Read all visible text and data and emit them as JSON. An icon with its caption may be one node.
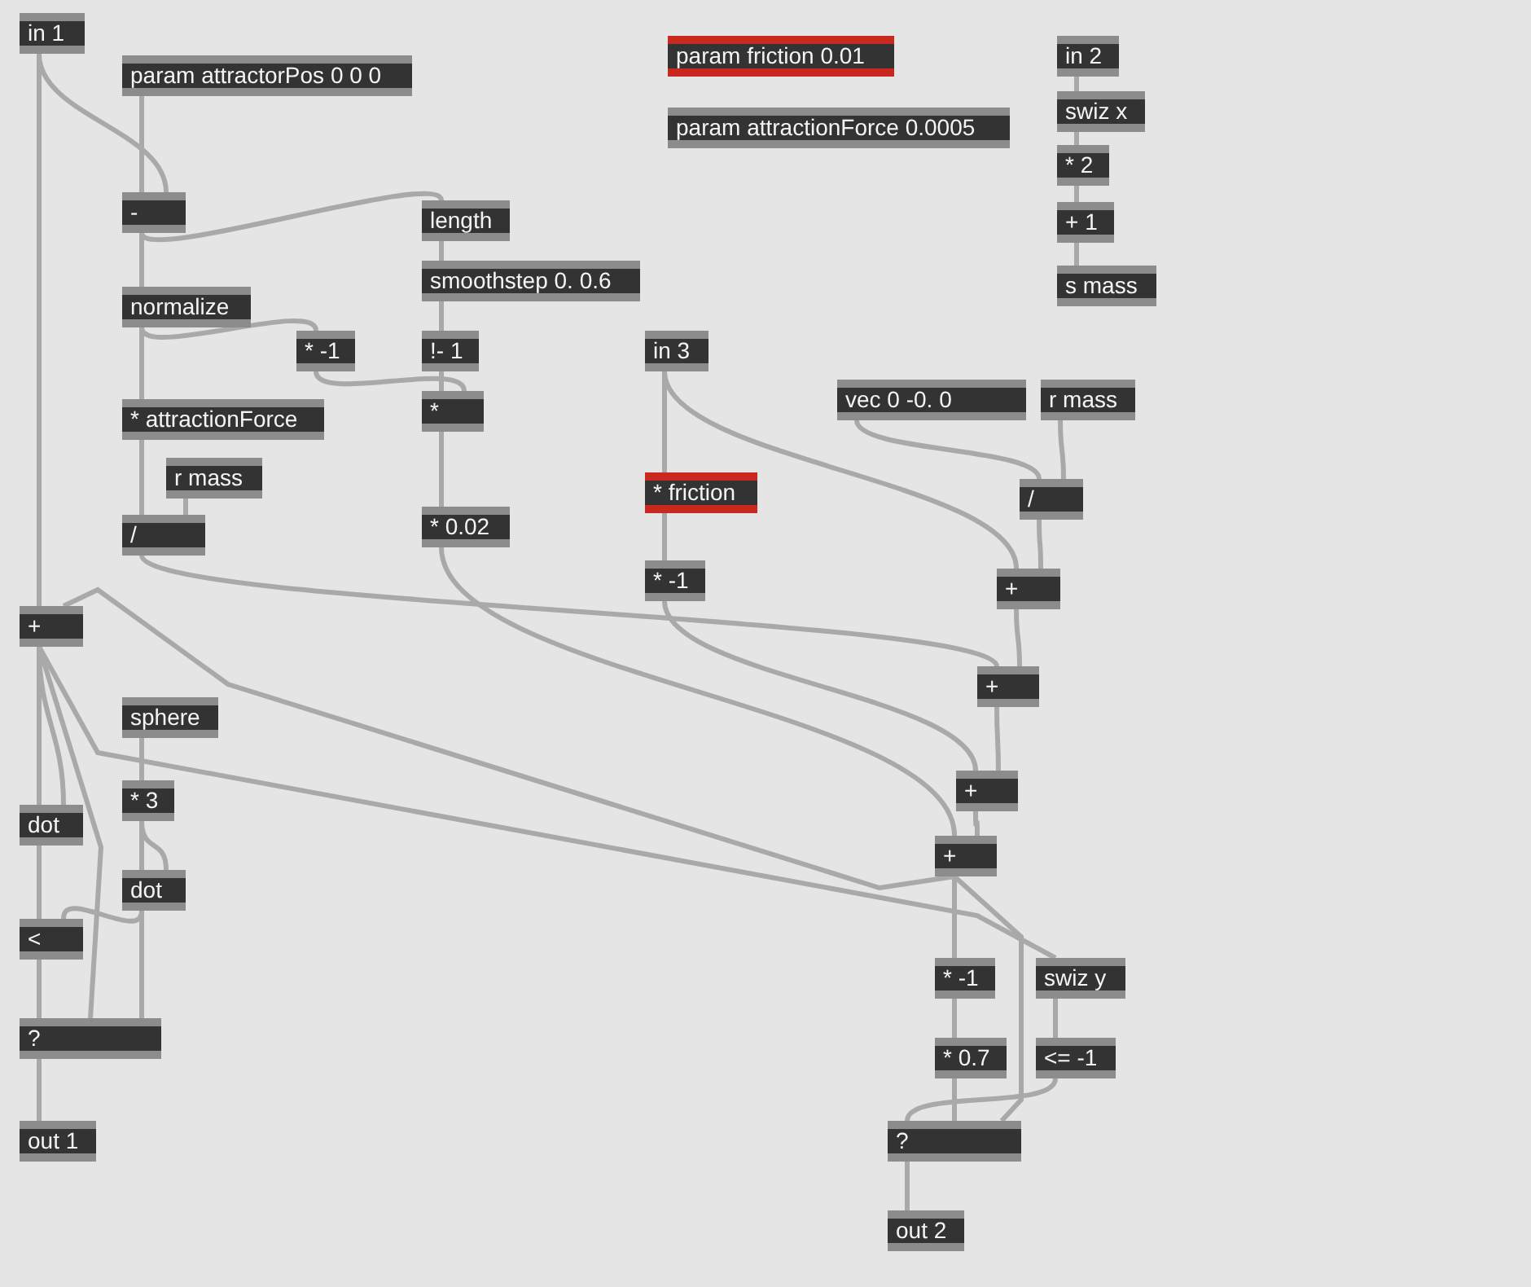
{
  "diagram": {
    "nodes": [
      {
        "text": [
          "in 1"
        ]
      },
      {
        "text": [
          "param attractorPos 0 0 0"
        ]
      },
      {
        "text": [
          "param friction 0.01"
        ]
      },
      {
        "text": [
          "param attractionForce 0.0005"
        ]
      },
      {
        "text": [
          "in 2"
        ]
      },
      {
        "text": [
          "swiz x"
        ]
      },
      {
        "text": [
          "* 2"
        ]
      },
      {
        "text": [
          "+ 1"
        ]
      },
      {
        "text": [
          "s mass"
        ]
      },
      {
        "text": [
          "-"
        ]
      },
      {
        "text": [
          "length"
        ]
      },
      {
        "text": [
          "smoothstep 0. 0.6"
        ]
      },
      {
        "text": [
          "normalize"
        ]
      },
      {
        "text": [
          "* -1"
        ]
      },
      {
        "text": [
          "!- 1"
        ]
      },
      {
        "text": [
          "*"
        ]
      },
      {
        "text": [
          "in 3"
        ]
      },
      {
        "text": [
          "vec 0 -0. 0"
        ]
      },
      {
        "text": [
          "r mass"
        ]
      },
      {
        "text": [
          "* attractionForce"
        ]
      },
      {
        "text": [
          "r mass"
        ]
      },
      {
        "text": [
          "/"
        ]
      },
      {
        "text": [
          "* 0.02"
        ]
      },
      {
        "text": [
          "* friction"
        ]
      },
      {
        "text": [
          "/"
        ]
      },
      {
        "text": [
          "* -1"
        ]
      },
      {
        "text": [
          "+"
        ]
      },
      {
        "text": [
          "+"
        ]
      },
      {
        "text": [
          "+"
        ]
      },
      {
        "text": [
          "sphere"
        ]
      },
      {
        "text": [
          "+"
        ]
      },
      {
        "text": [
          "dot"
        ]
      },
      {
        "text": [
          "* 3"
        ]
      },
      {
        "text": [
          "+"
        ]
      },
      {
        "text": [
          "dot"
        ]
      },
      {
        "text": [
          "<"
        ]
      },
      {
        "text": [
          "* -1"
        ]
      },
      {
        "text": [
          "swiz y"
        ]
      },
      {
        "text": [
          "?"
        ]
      },
      {
        "text": [
          "* 0.7"
        ]
      },
      {
        "text": [
          "<= -1"
        ]
      },
      {
        "text": [
          "out 1"
        ]
      },
      {
        "text": [
          "?"
        ]
      },
      {
        "text": [
          "out 2"
        ]
      }
    ],
    "edges": [
      {
        "from": 0,
        "to": 9,
        "arrow": "none"
      },
      {
        "from": 0,
        "to": 27,
        "arrow": "none"
      },
      {
        "from": 1,
        "to": 9,
        "arrow": "none"
      },
      {
        "from": 9,
        "to": 10,
        "arrow": "none"
      },
      {
        "from": 9,
        "to": 12,
        "arrow": "none"
      },
      {
        "from": 10,
        "to": 11,
        "arrow": "none"
      },
      {
        "from": 11,
        "to": 14,
        "arrow": "none"
      },
      {
        "from": 12,
        "to": 13,
        "arrow": "none"
      },
      {
        "from": 12,
        "to": 19,
        "arrow": "none"
      },
      {
        "from": 14,
        "to": 15,
        "arrow": "none"
      },
      {
        "from": 13,
        "to": 15,
        "arrow": "none"
      },
      {
        "from": 15,
        "to": 22,
        "arrow": "none"
      },
      {
        "from": 19,
        "to": 21,
        "arrow": "none"
      },
      {
        "from": 20,
        "to": 21,
        "arrow": "none"
      },
      {
        "from": 21,
        "to": 28,
        "arrow": "none"
      },
      {
        "from": 22,
        "to": 33,
        "arrow": "none"
      },
      {
        "from": 4,
        "to": 5,
        "arrow": "none"
      },
      {
        "from": 5,
        "to": 6,
        "arrow": "none"
      },
      {
        "from": 6,
        "to": 7,
        "arrow": "none"
      },
      {
        "from": 7,
        "to": 8,
        "arrow": "none"
      },
      {
        "from": 16,
        "to": 23,
        "arrow": "none"
      },
      {
        "from": 16,
        "to": 26,
        "arrow": "none"
      },
      {
        "from": 23,
        "to": 25,
        "arrow": "none"
      },
      {
        "from": 17,
        "to": 24,
        "arrow": "none"
      },
      {
        "from": 18,
        "to": 24,
        "arrow": "none"
      },
      {
        "from": 24,
        "to": 26,
        "arrow": "none"
      },
      {
        "from": 26,
        "to": 28,
        "arrow": "none"
      },
      {
        "from": 25,
        "to": 30,
        "arrow": "none"
      },
      {
        "from": 28,
        "to": 30,
        "arrow": "none"
      },
      {
        "from": 30,
        "to": 33,
        "arrow": "none"
      },
      {
        "from": 33,
        "to": 27,
        "arrow": "none"
      },
      {
        "from": 27,
        "to": 31,
        "arrow": "none"
      },
      {
        "from": 27,
        "to": 31,
        "arrow": "none"
      },
      {
        "from": 27,
        "to": 38,
        "arrow": "none"
      },
      {
        "from": 27,
        "to": 37,
        "arrow": "none"
      },
      {
        "from": 29,
        "to": 32,
        "arrow": "none"
      },
      {
        "from": 32,
        "to": 34,
        "arrow": "none"
      },
      {
        "from": 32,
        "to": 34,
        "arrow": "none"
      },
      {
        "from": 31,
        "to": 35,
        "arrow": "none"
      },
      {
        "from": 34,
        "to": 35,
        "arrow": "none"
      },
      {
        "from": 34,
        "to": 38,
        "arrow": "none"
      },
      {
        "from": 35,
        "to": 38,
        "arrow": "none"
      },
      {
        "from": 38,
        "to": 41,
        "arrow": "none"
      },
      {
        "from": 33,
        "to": 36,
        "arrow": "none"
      },
      {
        "from": 33,
        "to": 42,
        "arrow": "none"
      },
      {
        "from": 36,
        "to": 39,
        "arrow": "none"
      },
      {
        "from": 39,
        "to": 42,
        "arrow": "none"
      },
      {
        "from": 37,
        "to": 40,
        "arrow": "none"
      },
      {
        "from": 40,
        "to": 42,
        "arrow": "none"
      },
      {
        "from": 42,
        "to": 43,
        "arrow": "none"
      }
    ]
  }
}
